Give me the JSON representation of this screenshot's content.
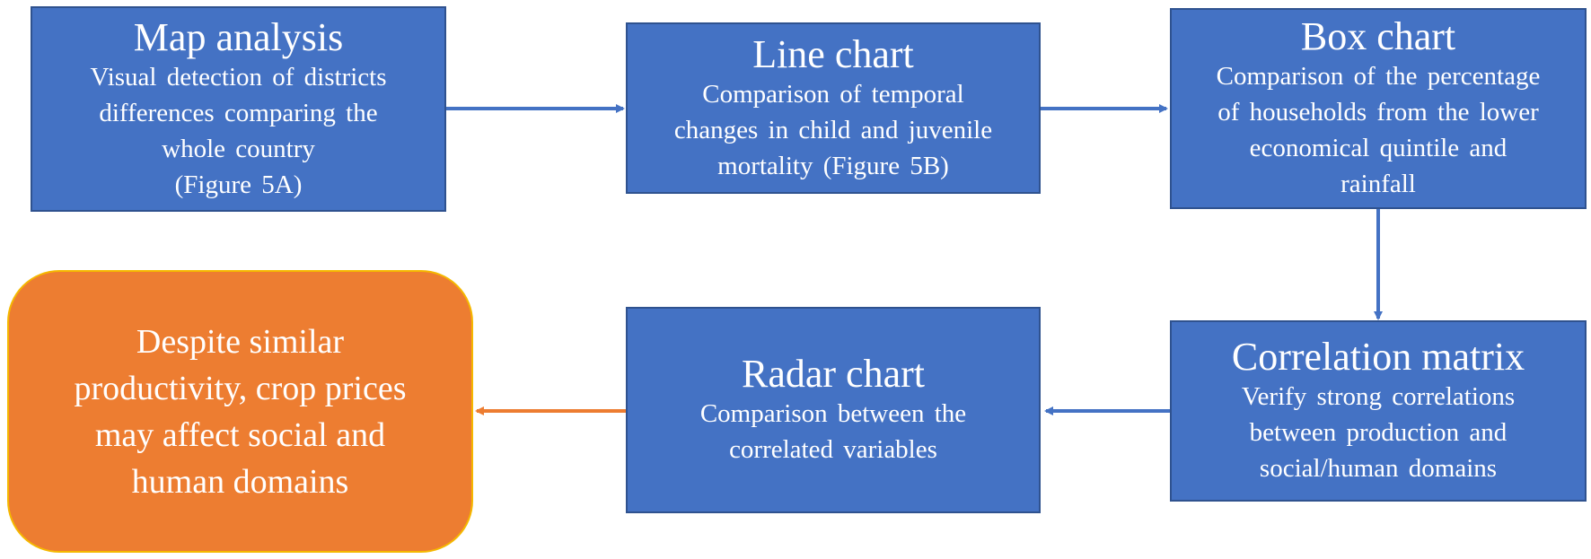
{
  "steps": [
    {
      "title": "Map analysis",
      "lines": [
        "Visual detection of districts",
        "differences comparing the",
        "whole country",
        "(Figure 5A)"
      ]
    },
    {
      "title": "Line chart",
      "lines": [
        "Comparison of temporal",
        "changes in child and juvenile",
        "mortality (Figure 5B)"
      ]
    },
    {
      "title": "Box chart",
      "lines": [
        "Comparison of the percentage",
        "of households from the lower",
        "economical quintile and",
        "rainfall"
      ]
    },
    {
      "title": "Correlation matrix",
      "lines": [
        "Verify strong correlations",
        "between production and",
        "social/human domains"
      ]
    },
    {
      "title": "Radar chart",
      "lines": [
        "Comparison between the",
        "correlated variables"
      ]
    }
  ],
  "conclusion": {
    "lines": [
      "Despite similar",
      "productivity, crop prices",
      "may affect social and",
      "human domains"
    ]
  },
  "colors": {
    "step_fill": "#4472c4",
    "step_border": "#2f528f",
    "conclusion_fill": "#ed7d31",
    "conclusion_border": "#f5b800",
    "flow_arrow": "#4472c4",
    "result_arrow": "#ed7d31"
  }
}
